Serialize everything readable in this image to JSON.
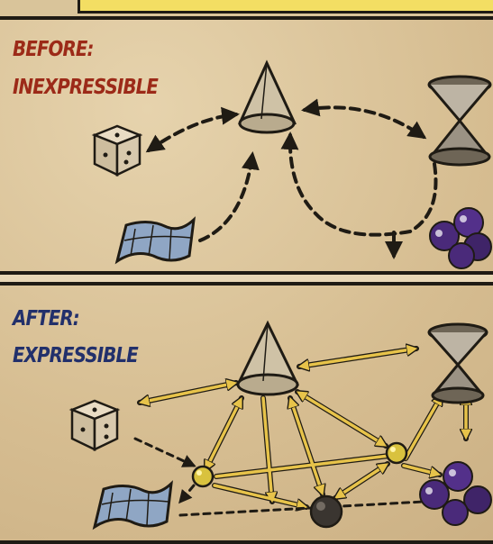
{
  "before": {
    "label_line1": "BEFORE:",
    "label_line2": "INEXPRESSIBLE"
  },
  "after": {
    "label_line1": "AFTER:",
    "label_line2": "EXPRESSIBLE"
  },
  "colors": {
    "before_label": "#9c2a18",
    "after_label": "#22306b",
    "arrow_after": "#e7c34a",
    "node_after": "#d9c23e",
    "atom": "#4a2a7a"
  },
  "icons": [
    "cone-icon",
    "hourglass-cone-icon",
    "dice-icon",
    "map-icon",
    "molecule-icon",
    "sphere-icon",
    "node-icon"
  ]
}
